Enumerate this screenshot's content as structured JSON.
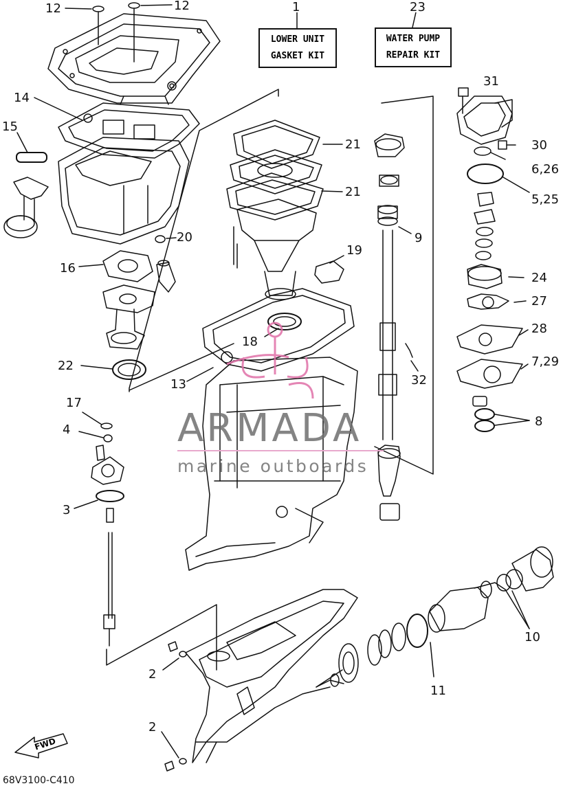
{
  "kits": {
    "lower_unit": {
      "line1": "LOWER UNIT",
      "line2": "GASKET KIT"
    },
    "water_pump": {
      "line1": "WATER PUMP",
      "line2": "REPAIR KIT"
    }
  },
  "callouts": {
    "c1": "1",
    "c23": "23",
    "c12a": "12",
    "c12b": "12",
    "c14": "14",
    "c15": "15",
    "c16": "16",
    "c20": "20",
    "c22": "22",
    "c21a": "21",
    "c21b": "21",
    "c19": "19",
    "c18": "18",
    "c13": "13",
    "c9": "9",
    "c32": "32",
    "c31": "31",
    "c30": "30",
    "c626": "6,26",
    "c525": "5,25",
    "c24": "24",
    "c27": "27",
    "c28": "28",
    "c729": "7,29",
    "c8": "8",
    "c17": "17",
    "c4": "4",
    "c3": "3",
    "c10": "10",
    "c11": "11",
    "c2a": "2",
    "c2b": "2"
  },
  "watermark": {
    "brand": "ARMADA",
    "tagline": "marine outboards"
  },
  "fwd_label": "FWD",
  "diagram_code": "68V3100-C410",
  "colors": {
    "line": "#111111",
    "watermark_pink": "#e070a8",
    "watermark_gray": "#6e6e6e"
  }
}
